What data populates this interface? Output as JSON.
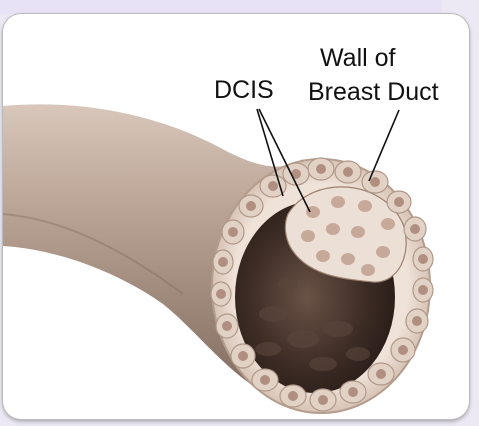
{
  "labels": {
    "dcis": "DCIS",
    "wall_line1": "Wall of",
    "wall_line2": "Breast Duct"
  },
  "colors": {
    "duct_skin": "#b49c8c",
    "duct_shadow": "#8d7566",
    "cell_fill": "#e7d9cf",
    "nucleus": "#b08f80",
    "lumen": "#3a2a24"
  }
}
